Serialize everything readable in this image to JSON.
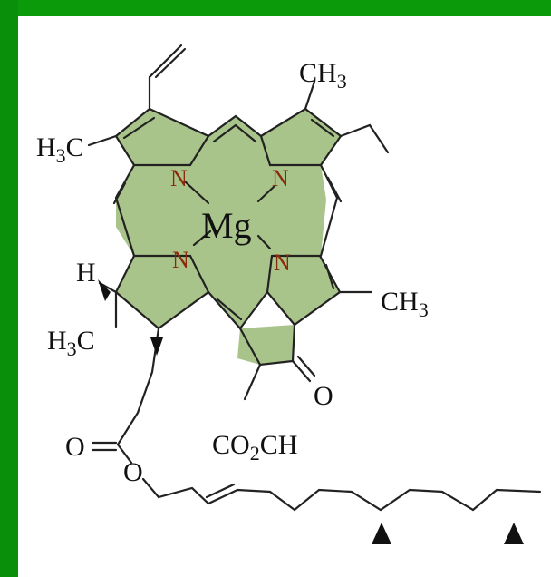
{
  "colors": {
    "frame": "#0a9a0a",
    "ring_fill": "#a9c48a",
    "bond": "#222222",
    "nitrogen": "#8a2a0a"
  },
  "labels": {
    "ch3_top": "CH",
    "ch3_top_sub": "3",
    "h3c_left_pre": "H",
    "h3c_left_sub": "3",
    "h3c_left_post": "C",
    "metal": "Mg",
    "n1": "N",
    "n2": "N",
    "n3": "N",
    "n4": "N",
    "h_stereo": "H",
    "ch3_right": "CH",
    "ch3_right_sub": "3",
    "h3c_lower_pre": "H",
    "h3c_lower_sub": "3",
    "h3c_lower_post": "C",
    "oxygen_ketone": "O",
    "ester_pre": "CO",
    "ester_sub": "2",
    "ester_post": "CH",
    "oxygen_carbonyl": "O",
    "oxygen_ester": "O"
  }
}
